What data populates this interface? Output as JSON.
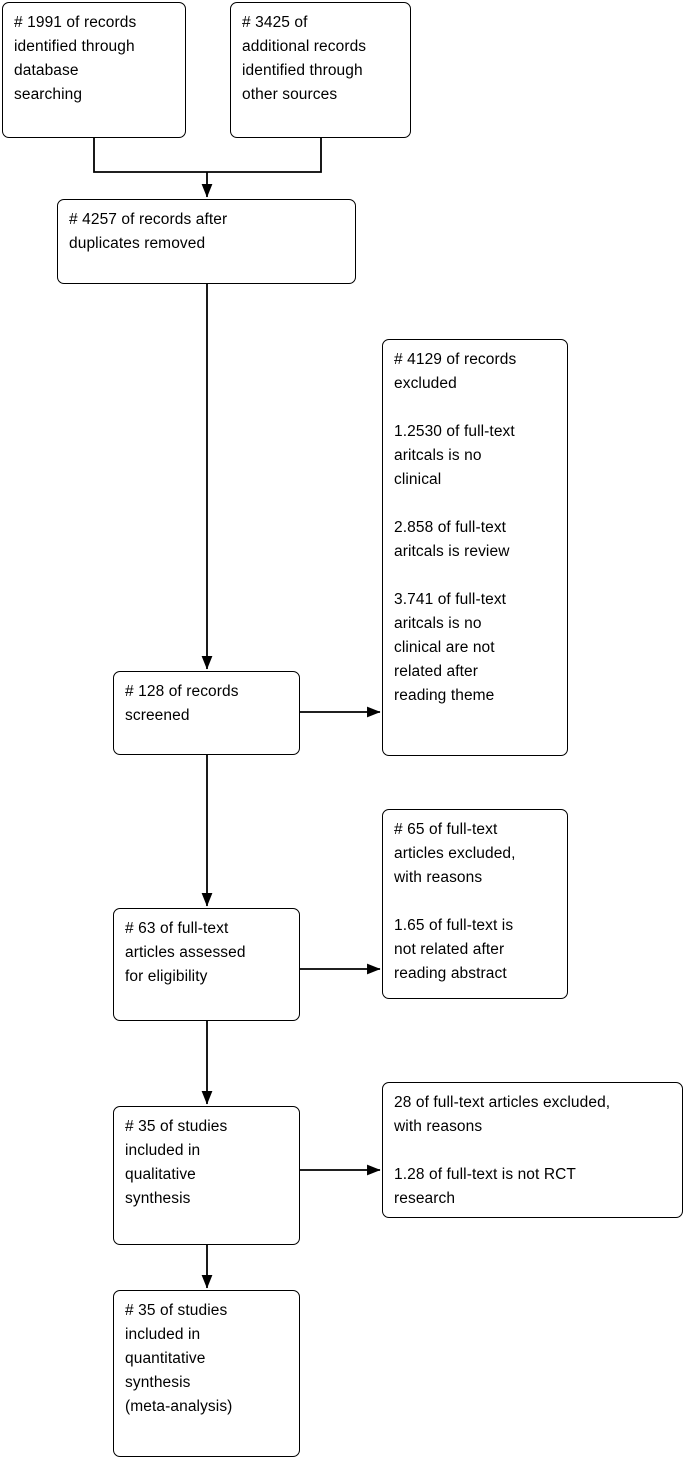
{
  "diagram": {
    "type": "prisma-flow-diagram",
    "title": "PRISMA study selection flow diagram",
    "colors": {
      "box_border": "#000000",
      "box_fill": "#ffffff",
      "connector": "#000000",
      "text": "#000000"
    },
    "nodes": [
      {
        "id": "identification-database",
        "name": "records-identified-database-box",
        "count": 1991,
        "text": "# 1991 of records\nidentified through\ndatabase\nsearching"
      },
      {
        "id": "identification-other",
        "name": "records-identified-other-sources-box",
        "count": 3425,
        "text": "# 3425 of\nadditional records\nidentified through\nother sources"
      },
      {
        "id": "duplicates-removed",
        "name": "records-after-duplicates-removed-box",
        "count": 4257,
        "text": "# 4257 of records after\nduplicates removed"
      },
      {
        "id": "records-screened",
        "name": "records-screened-box",
        "count": 128,
        "text": "# 128 of records\nscreened"
      },
      {
        "id": "records-excluded",
        "name": "records-excluded-box",
        "count": 4129,
        "text": "# 4129 of records\nexcluded\n\n1.2530 of full-text\naritcals is no\nclinical\n\n2.858 of full-text\naritcals is review\n\n3.741 of full-text\naritcals is no\nclinical are not\nrelated after\nreading theme"
      },
      {
        "id": "fulltext-assessed",
        "name": "fulltext-articles-assessed-box",
        "count": 63,
        "text": "# 63 of full-text\narticles assessed\nfor eligibility"
      },
      {
        "id": "fulltext-excluded",
        "name": "fulltext-articles-excluded-box",
        "count": 65,
        "text": "# 65 of full-text\narticles excluded,\nwith reasons\n\n1.65 of full-text is\nnot related after\nreading abstract"
      },
      {
        "id": "qualitative-synthesis",
        "name": "studies-qualitative-synthesis-box",
        "count": 35,
        "text": "# 35 of studies\nincluded in\nqualitative\nsynthesis"
      },
      {
        "id": "fulltext-excluded-rct",
        "name": "fulltext-articles-excluded-rct-box",
        "count": 28,
        "text": "28 of full-text articles excluded,\nwith reasons\n\n1.28 of full-text is not RCT\nresearch"
      },
      {
        "id": "quantitative-synthesis",
        "name": "studies-quantitative-synthesis-box",
        "count": 35,
        "text": "# 35 of studies\nincluded in\nquantitative\nsynthesis\n(meta-analysis)"
      }
    ],
    "edges": [
      {
        "from": "identification-database",
        "to": "duplicates-removed",
        "name": "edge-database-to-duplicates"
      },
      {
        "from": "identification-other",
        "to": "duplicates-removed",
        "name": "edge-other-to-duplicates"
      },
      {
        "from": "duplicates-removed",
        "to": "records-screened",
        "name": "edge-duplicates-to-screened"
      },
      {
        "from": "records-screened",
        "to": "records-excluded",
        "name": "edge-screened-to-excluded"
      },
      {
        "from": "records-screened",
        "to": "fulltext-assessed",
        "name": "edge-screened-to-assessed"
      },
      {
        "from": "fulltext-assessed",
        "to": "fulltext-excluded",
        "name": "edge-assessed-to-excluded"
      },
      {
        "from": "fulltext-assessed",
        "to": "qualitative-synthesis",
        "name": "edge-assessed-to-qualitative"
      },
      {
        "from": "qualitative-synthesis",
        "to": "fulltext-excluded-rct",
        "name": "edge-qualitative-to-excluded-rct"
      },
      {
        "from": "qualitative-synthesis",
        "to": "quantitative-synthesis",
        "name": "edge-qualitative-to-quantitative"
      }
    ]
  }
}
